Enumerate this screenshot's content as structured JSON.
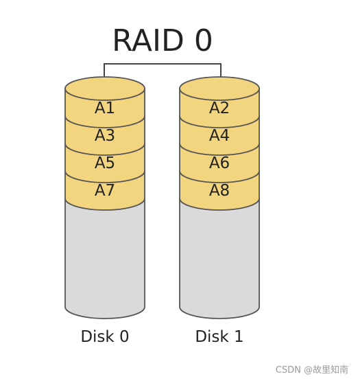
{
  "title": "RAID 0",
  "disks": [
    {
      "label": "Disk 0",
      "blocks": [
        "A1",
        "A3",
        "A5",
        "A7"
      ]
    },
    {
      "label": "Disk 1",
      "blocks": [
        "A2",
        "A4",
        "A6",
        "A8"
      ]
    }
  ],
  "colors": {
    "block_fill": "#f3d47f",
    "empty_fill": "#dadada",
    "stroke": "#555555",
    "text": "#222222"
  },
  "watermark": "CSDN @故里知南"
}
